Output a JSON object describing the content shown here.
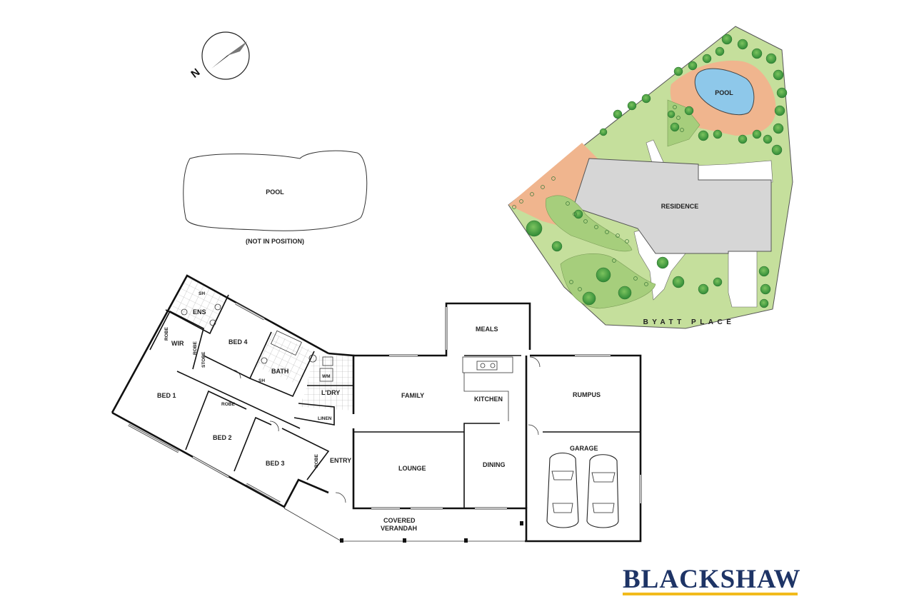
{
  "compass": {
    "label": "N"
  },
  "pool_plan": {
    "label": "POOL",
    "note": "(NOT IN POSITION)"
  },
  "site_plan": {
    "residence_label": "RESIDENCE",
    "pool_label": "POOL",
    "street_label": "BYATT PLACE"
  },
  "rooms": {
    "ens": "ENS",
    "sh1": "SH",
    "wir": "WIR",
    "robe_wir": "ROBE",
    "robe_store": "ROBE",
    "store": "STORE",
    "bed4": "BED 4",
    "bath": "BATH",
    "sh2": "SH",
    "wm": "WM",
    "ldry": "L'DRY",
    "linen": "LINEN",
    "bed1": "BED 1",
    "robe_bed2": "ROBE",
    "bed2": "BED 2",
    "bed3": "BED 3",
    "robe_bed3": "ROBE",
    "entry": "ENTRY",
    "family": "FAMILY",
    "meals": "MEALS",
    "kitchen": "KITCHEN",
    "rumpus": "RUMPUS",
    "lounge": "LOUNGE",
    "dining": "DINING",
    "garage": "GARAGE",
    "verandah_1": "COVERED",
    "verandah_2": "VERANDAH"
  },
  "brand": {
    "name": "BLACKSHAW"
  },
  "colors": {
    "brand_navy": "#1e3466",
    "brand_gold": "#f2bb1c",
    "lawn": "#c5df9c",
    "paving": "#f0b58e",
    "pool_water": "#8ec8ea",
    "roof": "#d6d6d6"
  }
}
